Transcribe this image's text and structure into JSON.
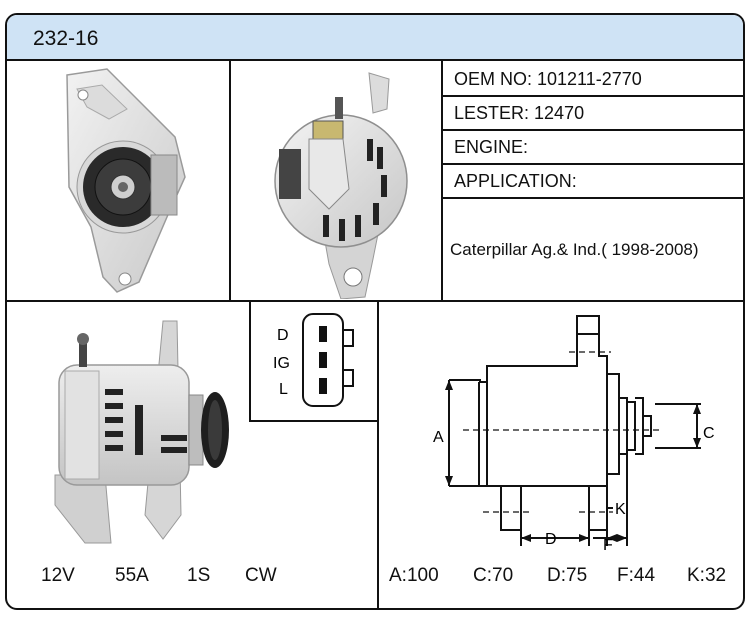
{
  "header": {
    "part_code": "232-16"
  },
  "info": {
    "oem": "OEM NO: 101211-2770",
    "lester": "LESTER: 12470",
    "engine": "ENGINE:",
    "application_label": "APPLICATION:",
    "application_value": "Caterpillar Ag.& Ind.( 1998-2008)"
  },
  "connector": {
    "pins": [
      "D",
      "IG",
      "L"
    ]
  },
  "specs_left": [
    "12V",
    "55A",
    "1S",
    "CW"
  ],
  "specs_right": [
    "A:100",
    "C:70",
    "D:75",
    "F:44",
    "K:32"
  ],
  "diagram_labels": {
    "a": "A",
    "c": "C",
    "d": "D",
    "f": "F",
    "k": "K"
  }
}
